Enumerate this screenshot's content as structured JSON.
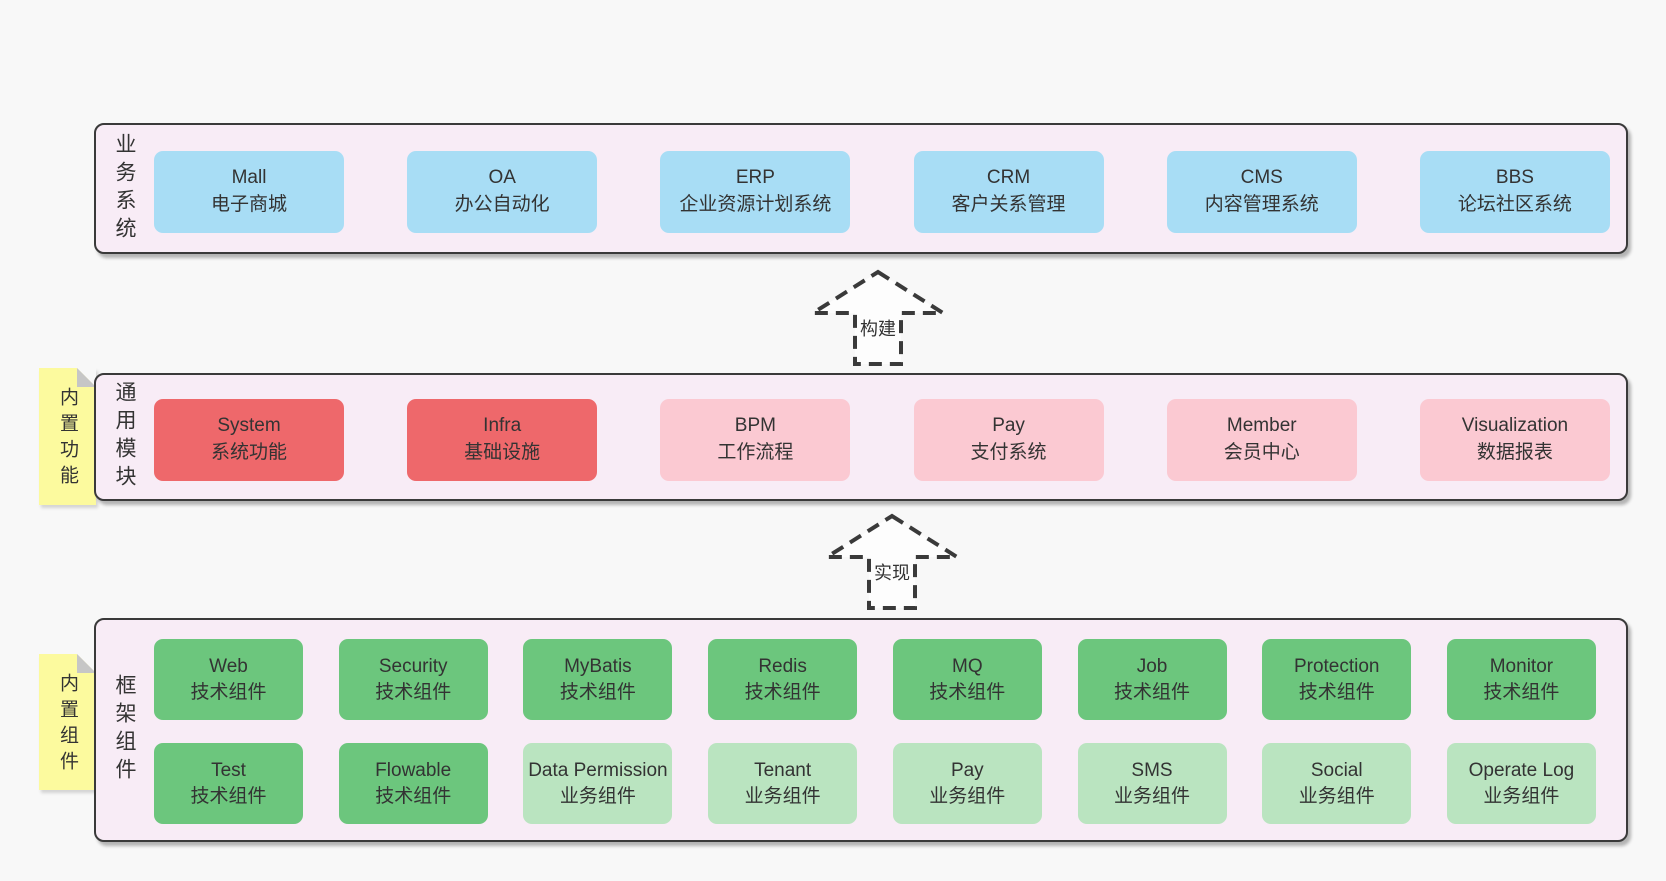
{
  "colors": {
    "panel_bg": "#f8ecf6",
    "panel_border": "#3a3a3a",
    "blue": "#a8ddf5",
    "red": "#ee686b",
    "pink": "#fbc9d2",
    "green": "#6cc67d",
    "lightgreen": "#bae4c0",
    "note_yellow": "#fcfa9e",
    "text": "#333333"
  },
  "arrows": [
    {
      "label": "构建"
    },
    {
      "label": "实现"
    }
  ],
  "sections": {
    "business": {
      "label": "业务系统",
      "items": [
        {
          "title": "Mall",
          "desc": "电子商城",
          "variant": "blue"
        },
        {
          "title": "OA",
          "desc": "办公自动化",
          "variant": "blue"
        },
        {
          "title": "ERP",
          "desc": "企业资源计划系统",
          "variant": "blue"
        },
        {
          "title": "CRM",
          "desc": "客户关系管理",
          "variant": "blue"
        },
        {
          "title": "CMS",
          "desc": "内容管理系统",
          "variant": "blue"
        },
        {
          "title": "BBS",
          "desc": "论坛社区系统",
          "variant": "blue"
        }
      ]
    },
    "modules": {
      "label": "通用模块",
      "note": "内置功能",
      "items": [
        {
          "title": "System",
          "desc": "系统功能",
          "variant": "red"
        },
        {
          "title": "Infra",
          "desc": "基础设施",
          "variant": "red"
        },
        {
          "title": "BPM",
          "desc": "工作流程",
          "variant": "pink"
        },
        {
          "title": "Pay",
          "desc": "支付系统",
          "variant": "pink"
        },
        {
          "title": "Member",
          "desc": "会员中心",
          "variant": "pink"
        },
        {
          "title": "Visualization",
          "desc": "数据报表",
          "variant": "pink"
        }
      ]
    },
    "components": {
      "label": "框架组件",
      "note": "内置组件",
      "rows": [
        [
          {
            "title": "Web",
            "desc": "技术组件",
            "variant": "green"
          },
          {
            "title": "Security",
            "desc": "技术组件",
            "variant": "green"
          },
          {
            "title": "MyBatis",
            "desc": "技术组件",
            "variant": "green"
          },
          {
            "title": "Redis",
            "desc": "技术组件",
            "variant": "green"
          },
          {
            "title": "MQ",
            "desc": "技术组件",
            "variant": "green"
          },
          {
            "title": "Job",
            "desc": "技术组件",
            "variant": "green"
          },
          {
            "title": "Protection",
            "desc": "技术组件",
            "variant": "green"
          },
          {
            "title": "Monitor",
            "desc": "技术组件",
            "variant": "green"
          }
        ],
        [
          {
            "title": "Test",
            "desc": "技术组件",
            "variant": "green"
          },
          {
            "title": "Flowable",
            "desc": "技术组件",
            "variant": "green"
          },
          {
            "title": "Data Permission",
            "desc": "业务组件",
            "variant": "lightgreen"
          },
          {
            "title": "Tenant",
            "desc": "业务组件",
            "variant": "lightgreen"
          },
          {
            "title": "Pay",
            "desc": "业务组件",
            "variant": "lightgreen"
          },
          {
            "title": "SMS",
            "desc": "业务组件",
            "variant": "lightgreen"
          },
          {
            "title": "Social",
            "desc": "业务组件",
            "variant": "lightgreen"
          },
          {
            "title": "Operate Log",
            "desc": "业务组件",
            "variant": "lightgreen"
          }
        ]
      ]
    }
  }
}
